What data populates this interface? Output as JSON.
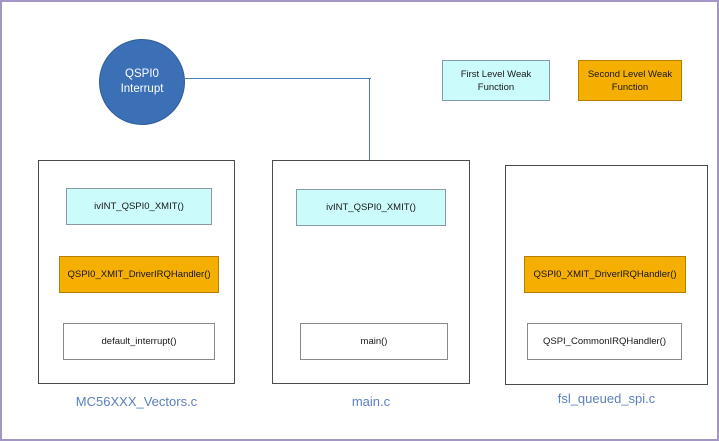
{
  "diagram": {
    "interrupt_node": {
      "line1": "QSPI0",
      "line2": "Interrupt",
      "color": "#3b6fb6"
    },
    "legend": [
      {
        "label": "First Level Weak Function",
        "color": "#ccfbfc"
      },
      {
        "label": "Second Level Weak Function",
        "color": "#f5af00"
      }
    ],
    "columns": [
      {
        "file": "MC56XXX_Vectors.c",
        "functions": [
          {
            "name": "ivINT_QSPI0_XMIT()",
            "style": "first-level-weak"
          },
          {
            "name": "QSPI0_XMIT_DriverIRQHandler()",
            "style": "second-level-weak"
          },
          {
            "name": "default_interrupt()",
            "style": "plain"
          }
        ]
      },
      {
        "file": "main.c",
        "functions": [
          {
            "name": "ivINT_QSPI0_XMIT()",
            "style": "first-level-weak"
          },
          {
            "name": "main()",
            "style": "plain"
          }
        ]
      },
      {
        "file": "fsl_queued_spi.c",
        "functions": [
          {
            "name": "QSPI0_XMIT_DriverIRQHandler()",
            "style": "second-level-weak"
          },
          {
            "name": "QSPI_CommonIRQHandler()",
            "style": "plain"
          }
        ]
      }
    ],
    "connector": {
      "from": "interrupt-node",
      "to": "main-c-ivINT_QSPI0_XMIT",
      "color": "#4a7ebb"
    },
    "border_color": "#a395c4"
  }
}
